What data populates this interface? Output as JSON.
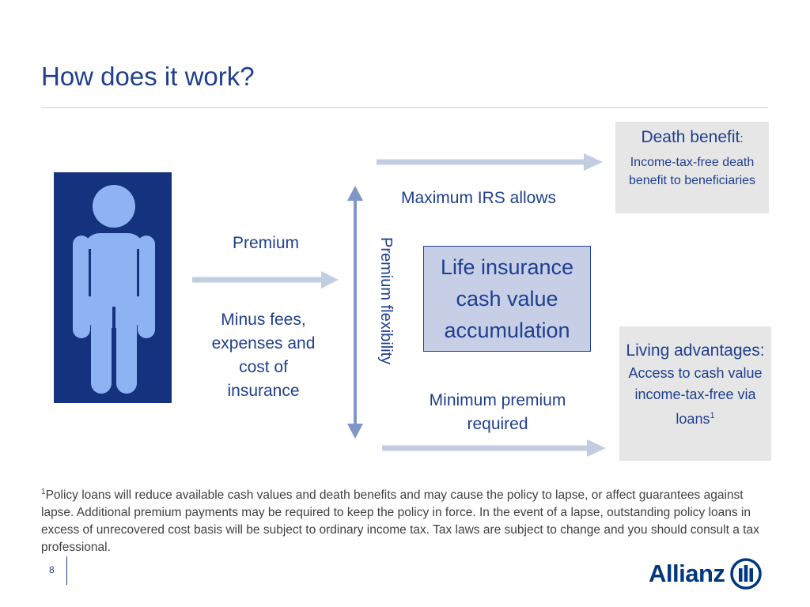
{
  "slide": {
    "title": "How does it work?",
    "page_number": "8"
  },
  "diagram": {
    "premium_label": "Premium",
    "fees_label": "Minus fees, expenses and cost of insurance",
    "flexibility_label": "Premium flexibility",
    "maximum_label": "Maximum IRS allows",
    "minimum_label": "Minimum premium required",
    "center_box": "Life insurance cash value accumulation",
    "death_benefit": {
      "title": "Death benefit",
      "colon": ":",
      "text": "Income-tax-free death benefit to beneficiaries"
    },
    "living_advantages": {
      "title": "Living advantages:",
      "text": "Access to cash value income-tax-free via loans",
      "footnote_marker": "1"
    }
  },
  "footnote": {
    "marker": "1",
    "text": "Policy loans will reduce available cash values and death benefits and may cause the policy to lapse, or affect guarantees against lapse. Additional premium payments may be required to keep the policy in force. In the event of a lapse, outstanding policy loans in excess of unrecovered cost basis will be subject to ordinary income tax. Tax laws are subject to change and you should consult a tax professional."
  },
  "logo": {
    "text": "Allianz"
  },
  "colors": {
    "title_blue": "#1f3f8f",
    "person_box": "#14327e",
    "person_figure": "#8db3f2",
    "arrow": "#c3cde2",
    "vertical_arrow": "#7f96c8",
    "center_box": "#c6cfe6",
    "side_box": "#e6e6e6",
    "logo_blue": "#003781"
  },
  "icons": {
    "person": "person-figure-icon",
    "logo_mark": "allianz-eagle-icon"
  }
}
